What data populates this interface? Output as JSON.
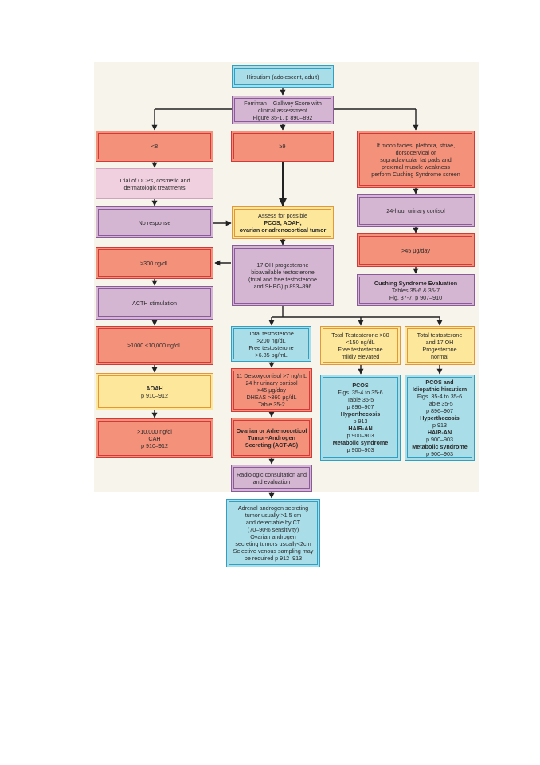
{
  "n_hirsutism": [
    "Hirsutism (adolescent, adult)"
  ],
  "n_ferriman": [
    "Ferriman – Gallwey Score with",
    "clinical assessment",
    "Figure 35-1, p 890–892"
  ],
  "n_lt8": [
    "<8"
  ],
  "n_ge9": [
    "≥9"
  ],
  "n_moon": [
    "If moon facies, plethora, striae,",
    "dorsocervical or",
    "supraclavicular fat pads and",
    "proximal muscle weakness",
    "perform Cushing Syndrome screen"
  ],
  "n_trial": [
    "Trial of OCPs, cosmetic and",
    "dermatologic treatments"
  ],
  "n_urinary": [
    "24-hour urinary cortisol"
  ],
  "n_noresponse": [
    "No response"
  ],
  "n_assess_a": [
    "Assess for possible"
  ],
  "n_assess_b": [
    "PCOS, AOAH,",
    "ovarian or adrenocortical tumor"
  ],
  "n_gt45": [
    ">45 μg/day"
  ],
  "n_gt300": [
    ">300 ng/dL"
  ],
  "n_17oh": [
    "17 OH progesterone",
    "bioavailable testosterone",
    "(total and free testosterone",
    "and SHBG) p 893–896"
  ],
  "n_cushing_a": [
    "Cushing Syndrome Evaluation"
  ],
  "n_cushing_b": [
    "Tables 35-6 & 35-7",
    "Fig. 37-7, p 907–910"
  ],
  "n_acth": [
    "ACTH stimulation"
  ],
  "n_1000": [
    ">1000 ≤10,000 ng/dL"
  ],
  "n_tt200": [
    "Total testosterone",
    ">200 ng/dL",
    "Free testosterone",
    ">6.85 pg/mL"
  ],
  "n_tt80": [
    "Total Testosterone >80",
    "<150 ng/dL",
    "Free testosterone",
    "mildly elevated"
  ],
  "n_ttnorm": [
    "Total testosterone",
    "and 17 OH",
    "Progesterone",
    "normal"
  ],
  "n_aoah_a": [
    "AOAH"
  ],
  "n_aoah_b": [
    "p 910–912"
  ],
  "n_11deoxy": [
    "11 Desoxycortisol >7 ng/mL",
    "24 hr urinary cortisol",
    ">45 μg/day",
    "DHEAS >360 μg/dL",
    "Table 35-2"
  ],
  "n_pcos1": [
    {
      "t": "PCOS",
      "b": true
    },
    {
      "t": "Figs. 35-4 to 35-6"
    },
    {
      "t": "Table 35-5"
    },
    {
      "t": "p 896–907"
    },
    {
      "t": "Hyperthecosis",
      "b": true
    },
    {
      "t": "p 913"
    },
    {
      "t": "HAIR-AN",
      "b": true
    },
    {
      "t": "p 900–903"
    },
    {
      "t": "Metabolic syndrome",
      "b": true
    },
    {
      "t": "p 900–903"
    }
  ],
  "n_pcos2": [
    {
      "t": "PCOS and",
      "b": true
    },
    {
      "t": "Idiopathic hirsutism",
      "b": true
    },
    {
      "t": "Figs. 35-4 to 35-6"
    },
    {
      "t": "Table 35-5"
    },
    {
      "t": "p 896–907"
    },
    {
      "t": "Hyperthecosis",
      "b": true
    },
    {
      "t": "p 913"
    },
    {
      "t": "HAIR-AN",
      "b": true
    },
    {
      "t": "p 900–903"
    },
    {
      "t": "Metabolic syndrome",
      "b": true
    },
    {
      "t": "p 900–903"
    }
  ],
  "n_cah": [
    ">10,000 ng/dl",
    "CAH",
    "p 910–912"
  ],
  "n_ovarian": [
    "Ovarian or Adrenocorticol",
    "Tumor–Androgen",
    "Secreting (ACT-AS)"
  ],
  "n_radiologic": [
    "Radiologic consultation and",
    "and evaluation"
  ],
  "n_adrenal": [
    "Adrenal androgen secreting",
    "tumor usually >1.5 cm",
    "and detectable by CT",
    "(70–90% sensitivity)",
    "Ovarian androgen",
    "secreting tumors usually<2cm",
    "Selective venous sampling may",
    "be required  p 912–913"
  ],
  "colors": {
    "blue_fill": "#a9dde8",
    "blue_border": "#2f9fc4",
    "purple_fill": "#d4b6d2",
    "purple_border": "#8a5a9a",
    "red_fill": "#f3917a",
    "red_border": "#d23a3a",
    "yellow_fill": "#fde79a",
    "yellow_border": "#e2983a",
    "pink_fill": "#f0cfdf"
  }
}
